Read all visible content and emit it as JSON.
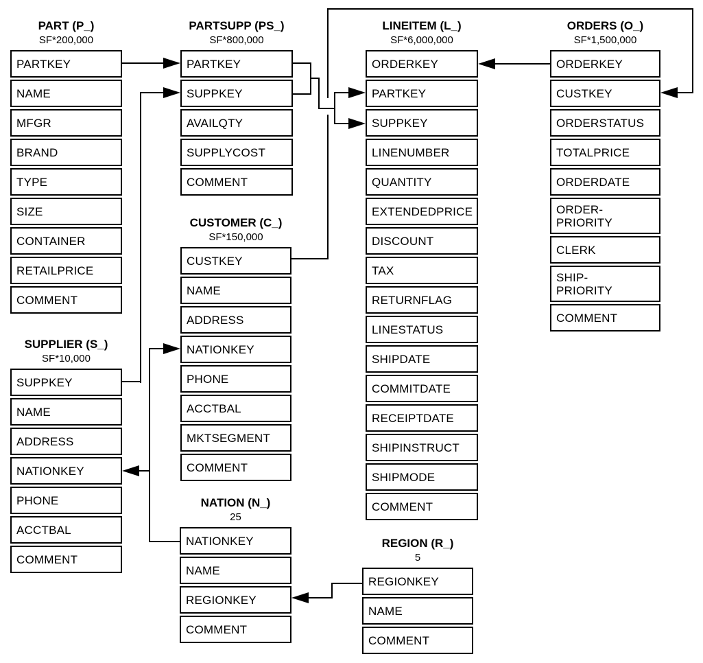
{
  "colors": {
    "line": "#000000",
    "box_border": "#000000",
    "background": "#ffffff",
    "text": "#000000"
  },
  "tables": {
    "part": {
      "title": "PART (P_)",
      "count": "SF*200,000",
      "fields": [
        "PARTKEY",
        "NAME",
        "MFGR",
        "BRAND",
        "TYPE",
        "SIZE",
        "CONTAINER",
        "RETAILPRICE",
        "COMMENT"
      ]
    },
    "partsupp": {
      "title": "PARTSUPP (PS_)",
      "count": "SF*800,000",
      "fields": [
        "PARTKEY",
        "SUPPKEY",
        "AVAILQTY",
        "SUPPLYCOST",
        "COMMENT"
      ]
    },
    "lineitem": {
      "title": "LINEITEM (L_)",
      "count": "SF*6,000,000",
      "fields": [
        "ORDERKEY",
        "PARTKEY",
        "SUPPKEY",
        "LINENUMBER",
        "QUANTITY",
        "EXTENDEDPRICE",
        "DISCOUNT",
        "TAX",
        "RETURNFLAG",
        "LINESTATUS",
        "SHIPDATE",
        "COMMITDATE",
        "RECEIPTDATE",
        "SHIPINSTRUCT",
        "SHIPMODE",
        "COMMENT"
      ]
    },
    "orders": {
      "title": "ORDERS (O_)",
      "count": "SF*1,500,000",
      "fields": [
        "ORDERKEY",
        "CUSTKEY",
        "ORDERSTATUS",
        "TOTALPRICE",
        "ORDERDATE",
        "ORDER-\nPRIORITY",
        "CLERK",
        "SHIP-\nPRIORITY",
        "COMMENT"
      ]
    },
    "customer": {
      "title": "CUSTOMER (C_)",
      "count": "SF*150,000",
      "fields": [
        "CUSTKEY",
        "NAME",
        "ADDRESS",
        "NATIONKEY",
        "PHONE",
        "ACCTBAL",
        "MKTSEGMENT",
        "COMMENT"
      ]
    },
    "supplier": {
      "title": "SUPPLIER (S_)",
      "count": "SF*10,000",
      "fields": [
        "SUPPKEY",
        "NAME",
        "ADDRESS",
        "NATIONKEY",
        "PHONE",
        "ACCTBAL",
        "COMMENT"
      ]
    },
    "nation": {
      "title": "NATION (N_)",
      "count": "25",
      "fields": [
        "NATIONKEY",
        "NAME",
        "REGIONKEY",
        "COMMENT"
      ]
    },
    "region": {
      "title": "REGION (R_)",
      "count": "5",
      "fields": [
        "REGIONKEY",
        "NAME",
        "COMMENT"
      ]
    }
  },
  "relationships": [
    {
      "from": "PART.PARTKEY",
      "to": "PARTSUPP.PARTKEY"
    },
    {
      "from": "SUPPLIER.SUPPKEY",
      "to": "PARTSUPP.SUPPKEY"
    },
    {
      "from": "PARTSUPP.PARTKEY",
      "to": "LINEITEM.PARTKEY"
    },
    {
      "from": "PARTSUPP.SUPPKEY",
      "to": "LINEITEM.SUPPKEY"
    },
    {
      "from": "ORDERS.ORDERKEY",
      "to": "LINEITEM.ORDERKEY"
    },
    {
      "from": "CUSTOMER.CUSTKEY",
      "to": "ORDERS.CUSTKEY"
    },
    {
      "from": "NATION.NATIONKEY",
      "to": "CUSTOMER.NATIONKEY"
    },
    {
      "from": "NATION.NATIONKEY",
      "to": "SUPPLIER.NATIONKEY"
    },
    {
      "from": "REGION.REGIONKEY",
      "to": "NATION.REGIONKEY"
    }
  ]
}
